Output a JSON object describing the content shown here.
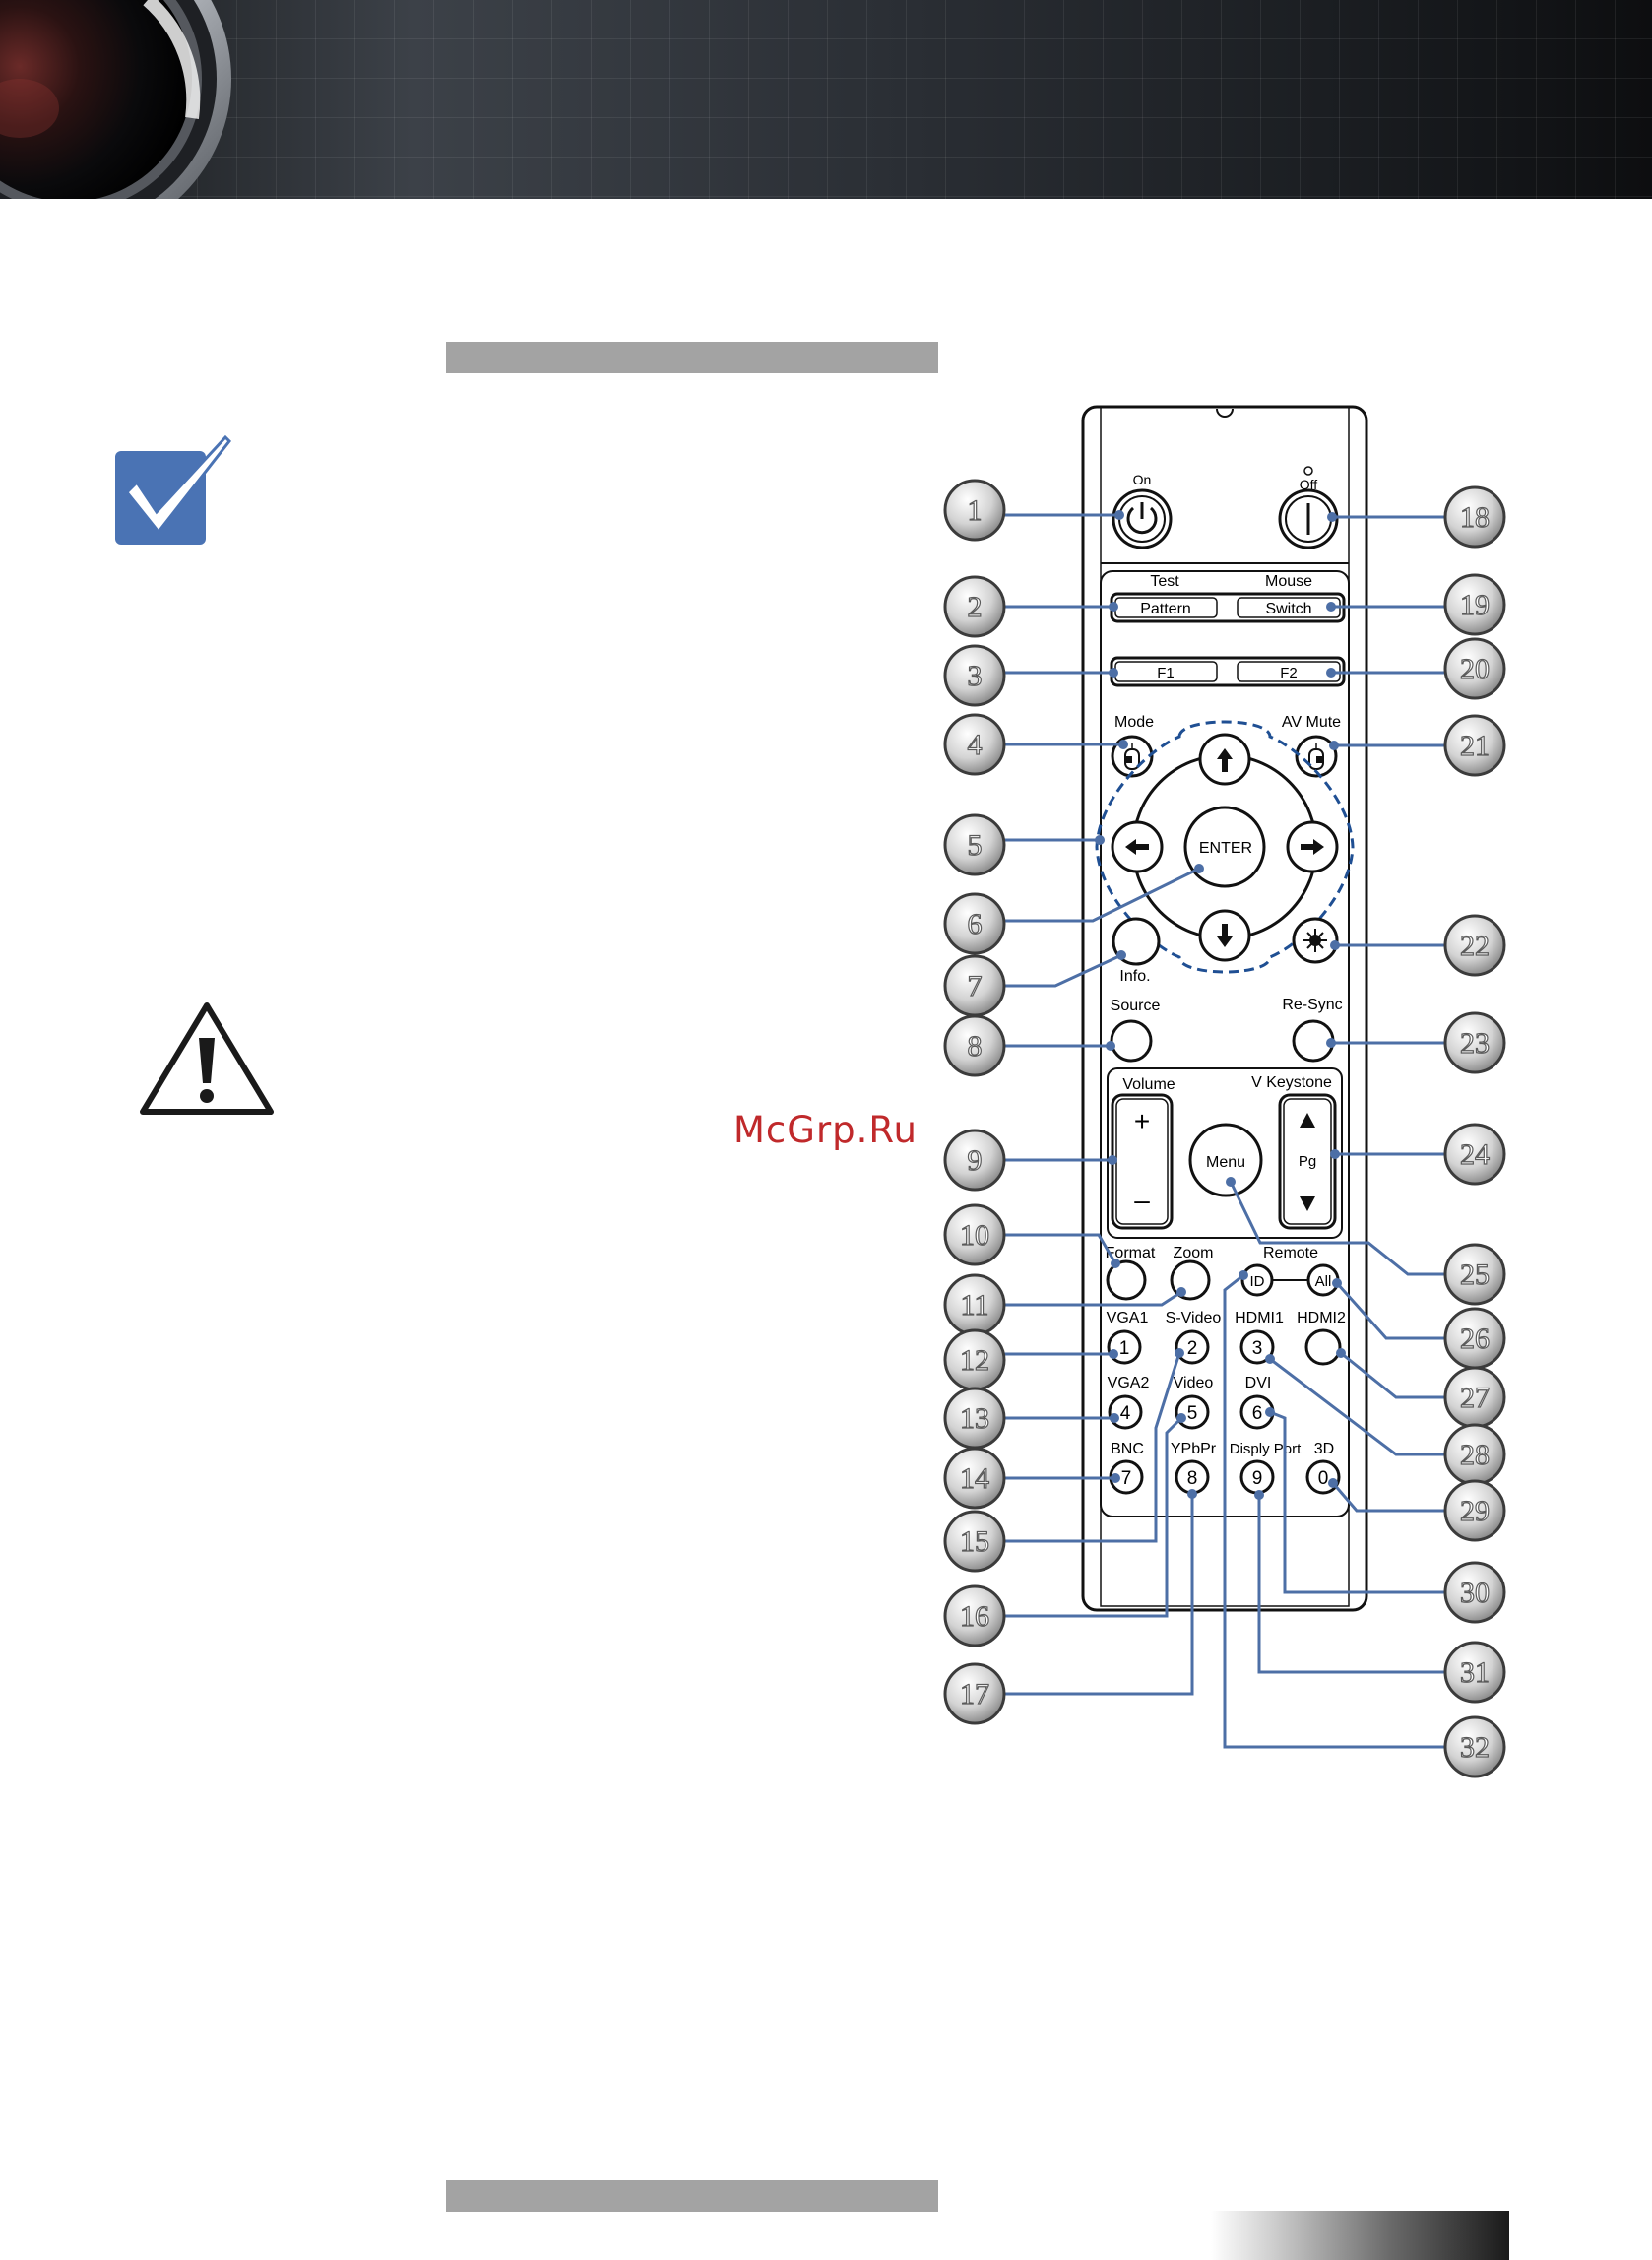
{
  "watermark": "McGrp.Ru",
  "remote": {
    "labels": {
      "on": "On",
      "off": "Off",
      "test": "Test",
      "pattern": "Pattern",
      "mouse": "Mouse",
      "switch": "Switch",
      "f1": "F1",
      "f2": "F2",
      "mode": "Mode",
      "av_mute": "AV Mute",
      "enter": "ENTER",
      "info": "Info.",
      "source": "Source",
      "resync": "Re-Sync",
      "volume": "Volume",
      "v_keystone": "V Keystone",
      "pg": "Pg",
      "menu": "Menu",
      "format": "Format",
      "zoom": "Zoom",
      "remote": "Remote",
      "id": "ID",
      "all": "All",
      "vga1": "VGA1",
      "svideo": "S-Video",
      "hdmi1": "HDMI1",
      "hdmi2": "HDMI2",
      "vga2": "VGA2",
      "video": "Video",
      "dvi": "DVI",
      "bnc": "BNC",
      "ypbpr": "YPbPr",
      "display_port": "Disply Port",
      "three_d": "3D",
      "plus": "+",
      "minus": "–",
      "k1": "1",
      "k2": "2",
      "k3": "3",
      "k4": "4",
      "k5": "5",
      "k6": "6",
      "k7": "7",
      "k8": "8",
      "k9": "9",
      "k0": "0"
    },
    "callouts": [
      "1",
      "2",
      "3",
      "4",
      "5",
      "6",
      "7",
      "8",
      "9",
      "10",
      "11",
      "12",
      "13",
      "14",
      "15",
      "16",
      "17",
      "18",
      "19",
      "20",
      "21",
      "22",
      "23",
      "24",
      "25",
      "26",
      "27",
      "28",
      "29",
      "30",
      "31",
      "32"
    ]
  },
  "icons": [
    "lens-icon",
    "checkmark-note-icon",
    "warning-triangle-icon",
    "power-icon",
    "mouse-icon",
    "arrow-up-icon",
    "arrow-down-icon",
    "arrow-left-icon",
    "arrow-right-icon",
    "laser-icon"
  ],
  "colors": {
    "accent_blue": "#4d6fa6",
    "check_box": "#4a73b4",
    "watermark_red": "#c0292b",
    "grey_bar": "#a3a3a3"
  }
}
